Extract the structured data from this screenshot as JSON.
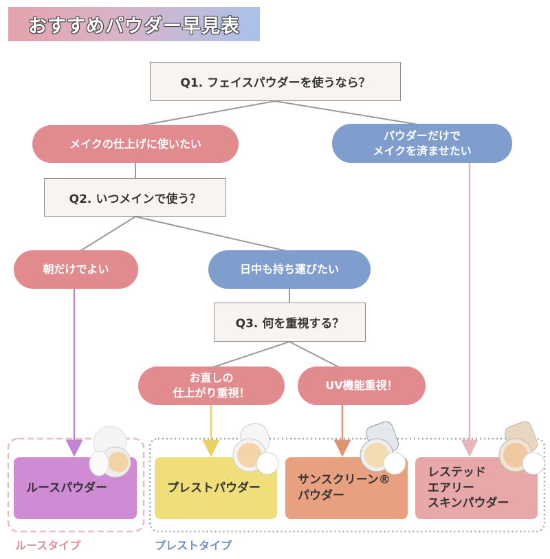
{
  "title": "おすすめパウダー早見表",
  "q1": "Q1. フェイスパウダーを使うなら？",
  "a1_left": "メイクの仕上げに使いたい",
  "a1_right": "パウダーだけで\nメイクを済ませたい",
  "q2": "Q2. いつメインで使う？",
  "a2_left": "朝だけでよい",
  "a2_right": "日中も持ち運びたい",
  "q3": "Q3. 何を重視する？",
  "a3_left": "お直しの\n仕上がり重視！",
  "a3_right": "UV機能重視！",
  "products": [
    {
      "name": "ルースパウダー",
      "color": "#d08bd5"
    },
    {
      "name": "プレストパウダー",
      "color": "#f0de7a"
    },
    {
      "name": "サンスクリーン®\nパウダー",
      "color": "#e9a081"
    },
    {
      "name": "レステッド\nエアリー\nスキンパウダー",
      "color": "#e8a7a9"
    }
  ],
  "groups": {
    "loose": "ルースタイプ",
    "pressed": "プレストタイプ"
  }
}
